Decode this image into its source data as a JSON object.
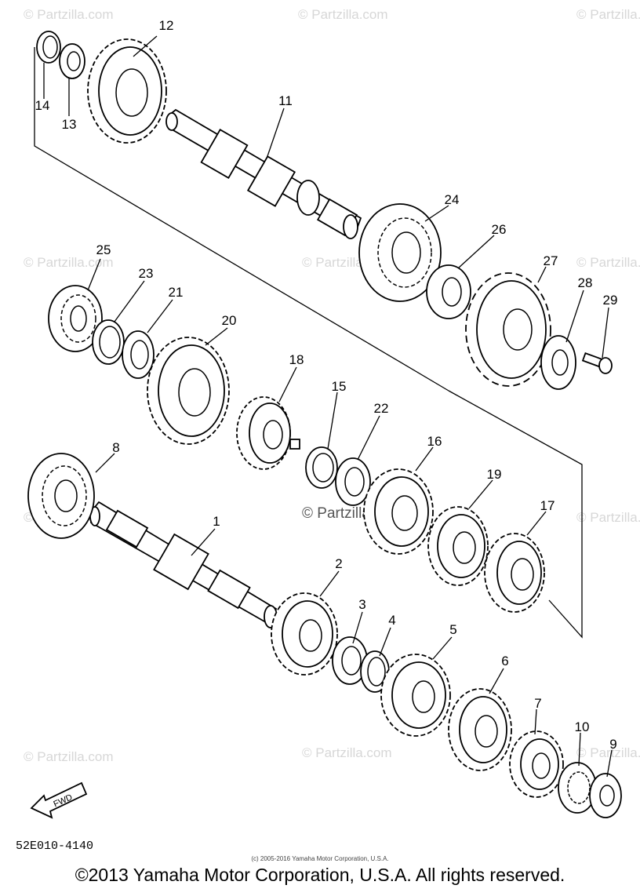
{
  "diagram": {
    "part_labels": [
      "1",
      "2",
      "3",
      "4",
      "5",
      "6",
      "7",
      "8",
      "9",
      "10",
      "11",
      "12",
      "13",
      "14",
      "15",
      "16",
      "17",
      "18",
      "19",
      "20",
      "21",
      "22",
      "23",
      "24",
      "25",
      "26",
      "27",
      "28",
      "29"
    ],
    "fwd_label": "FWD",
    "diagram_code": "52E010-4140",
    "watermark_text": "© Partzilla.com",
    "source_note": "(c) 2005-2016 Yamaha Motor Corporation, U.S.A."
  },
  "footer": {
    "copyright": "©2013 Yamaha Motor Corporation, U.S.A. All rights reserved."
  }
}
